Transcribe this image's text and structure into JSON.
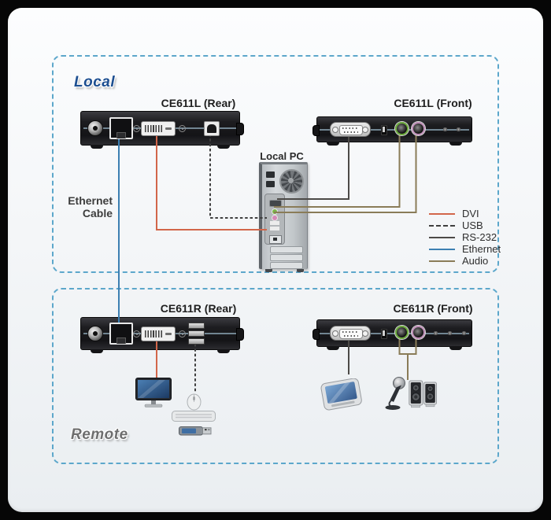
{
  "colors": {
    "dvi": "#d2664a",
    "usb": "#3f3f3f",
    "rs232": "#4c4a47",
    "ethernet": "#3c7fb2",
    "audio": "#8a7c58",
    "region_border": "#5ca7cb",
    "local_label": "#1d4f91",
    "remote_label": "#6e6e6e"
  },
  "regions": {
    "local": {
      "label": "Local"
    },
    "remote": {
      "label": "Remote"
    }
  },
  "devices": {
    "local_rear": {
      "title": "CE611L (Rear)"
    },
    "local_front": {
      "title": "CE611L (Front)"
    },
    "remote_rear": {
      "title": "CE611R (Rear)"
    },
    "remote_front": {
      "title": "CE611R (Front)"
    }
  },
  "pc": {
    "label": "Local PC"
  },
  "cable_label": {
    "line1": "Ethernet",
    "line2": "Cable"
  },
  "legend": {
    "items": [
      {
        "label": "DVI",
        "color": "#d2664a",
        "style": "solid",
        "swatch_css": "border-top:2px solid #d2664a"
      },
      {
        "label": "USB",
        "color": "#3f3f3f",
        "style": "dashed",
        "swatch_css": "border-top:2px dashed #3f3f3f"
      },
      {
        "label": "RS-232",
        "color": "#4c4a47",
        "style": "solid",
        "swatch_css": "border-top:2px solid #4c4a47"
      },
      {
        "label": "Ethernet",
        "color": "#3c7fb2",
        "style": "solid",
        "swatch_css": "border-top:2px solid #3c7fb2"
      },
      {
        "label": "Audio",
        "color": "#8a7c58",
        "style": "solid",
        "swatch_css": "border-top:2px solid #8a7c58"
      }
    ]
  }
}
